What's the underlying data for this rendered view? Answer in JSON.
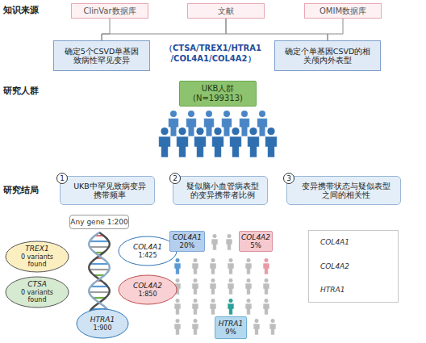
{
  "diagram": {
    "nodes": [
      {
        "text": [
          "ClinVar数据库"
        ]
      },
      {
        "text": [
          "文献"
        ]
      },
      {
        "text": [
          "OMIM数据库"
        ]
      },
      {
        "text": [
          "确定5个CSVD单基因致病性罕见变异"
        ]
      },
      {
        "text": [
          "确定个单基因CSVD的相关颅内外表型"
        ]
      },
      {
        "text": [
          "UKB人群 (N=199313)"
        ]
      },
      {
        "text": [
          "1",
          "UKB中罕见致病变异携带频率"
        ]
      },
      {
        "text": [
          "2",
          "疑似脑小血管病表型的变异携带者比例"
        ]
      },
      {
        "text": [
          "3",
          "变异携带状态与疑似表型之间的相关性"
        ]
      },
      {
        "text": [
          "Any gene 1:200"
        ]
      },
      {
        "text": [
          "TREX1",
          "0 variants found"
        ]
      },
      {
        "text": [
          "COL4A1",
          "1:425"
        ]
      },
      {
        "text": [
          "CTSA",
          "0 variants found"
        ]
      },
      {
        "text": [
          "COL4A2",
          "1:850"
        ]
      },
      {
        "text": [
          "HTRA1",
          "1:900"
        ]
      },
      {
        "text": [
          "COL4A1",
          "20%"
        ]
      },
      {
        "text": [
          "COL4A2",
          "5%"
        ]
      },
      {
        "text": [
          "HTRA1",
          "9%"
        ]
      },
      {
        "text": [
          "COL4A1",
          "COL4A2",
          "HTRA1"
        ]
      }
    ],
    "edges": [
      {
        "from": 0,
        "to": 3,
        "arrow": "none"
      },
      {
        "from": 1,
        "to": 3,
        "arrow": "none"
      },
      {
        "from": 1,
        "to": 4,
        "arrow": "none"
      },
      {
        "from": 2,
        "to": 4,
        "arrow": "none"
      }
    ],
    "labels": [
      "知识来源",
      "研究人群",
      "研究结局",
      "（CTSA/TREX1/HTRA1 /COL4A1/COL4A2）"
    ]
  }
}
